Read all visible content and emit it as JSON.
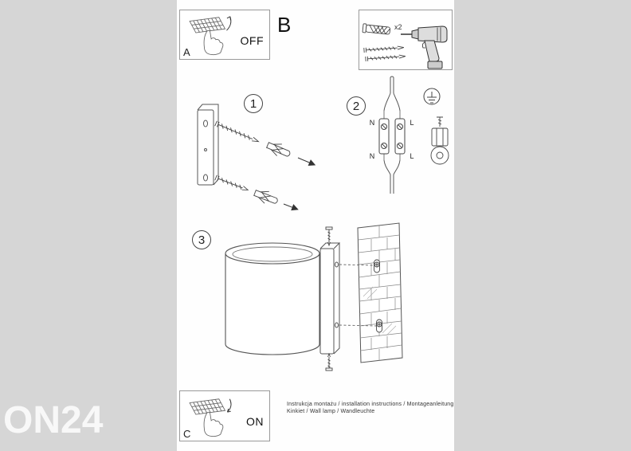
{
  "page": {
    "background": "#d6d6d6",
    "paper": "#fefefe",
    "ink": "#444444"
  },
  "watermark": {
    "text": "ON24"
  },
  "panels": {
    "a": {
      "label": "A",
      "state": "OFF"
    },
    "b": {
      "label": "B"
    },
    "c": {
      "label": "C",
      "state": "ON"
    },
    "tools": {
      "plug_quantity": "x2"
    }
  },
  "steps": {
    "one": "1",
    "two": "2",
    "three": "3"
  },
  "wiring": {
    "top_left": "N",
    "top_right": "L",
    "bottom_left": "N",
    "bottom_right": "L"
  },
  "footer": {
    "line1": "Instrukcja montażu / installation instructions / Montageanleitung",
    "line2": "Kinkiet / Wall lamp / Wandleuchte"
  }
}
